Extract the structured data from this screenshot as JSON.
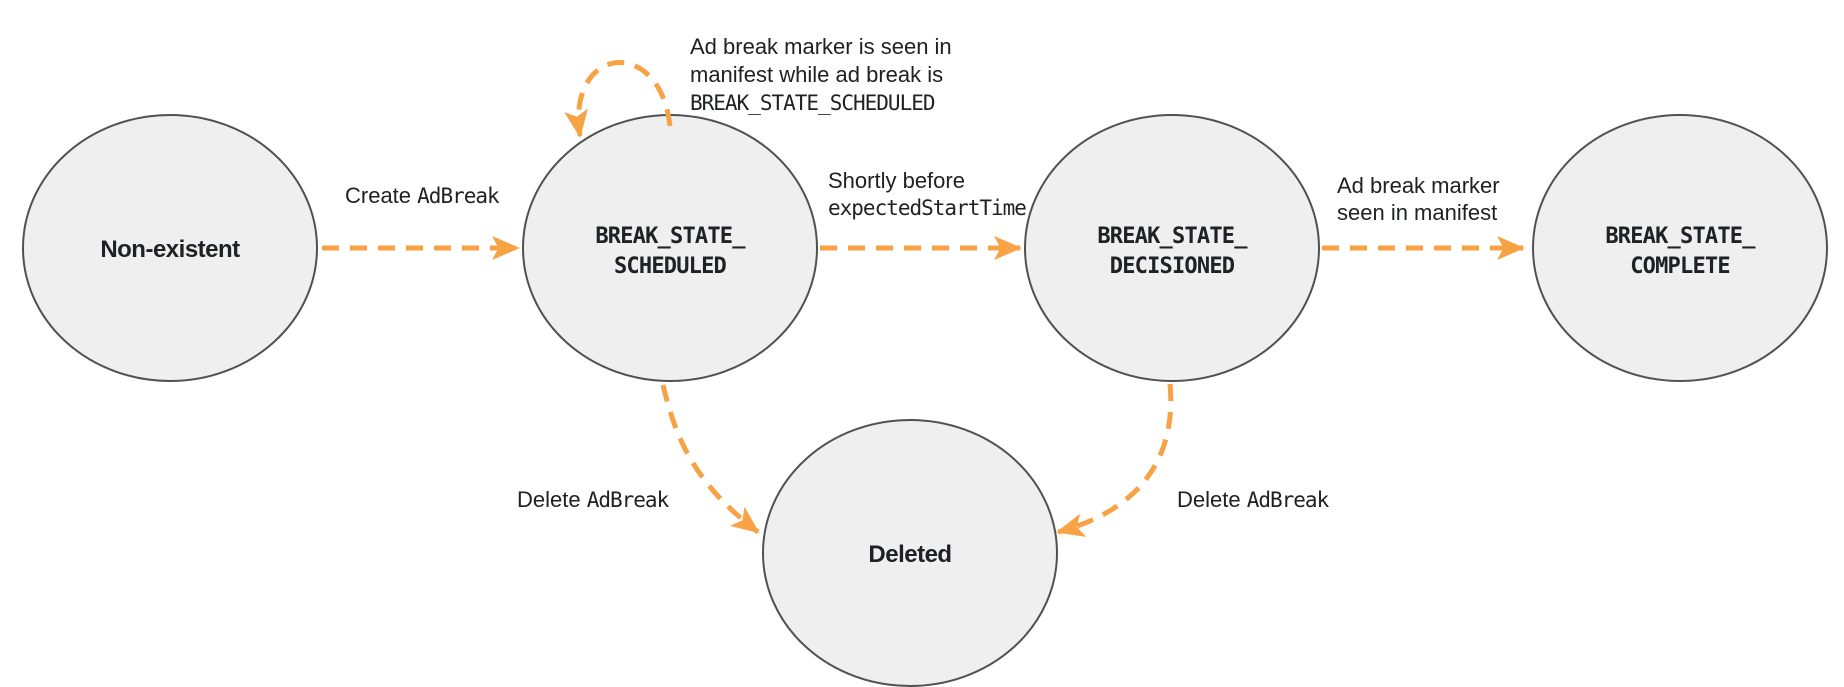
{
  "diagram": {
    "kind": "state-diagram",
    "colors": {
      "arrow": "#F8A246",
      "node_fill": "#EFEFEF",
      "node_border": "#515151",
      "text": "#202124",
      "background": "#FFFFFF"
    },
    "states": {
      "non_existent": {
        "label": "Non-existent"
      },
      "scheduled": {
        "line1": "BREAK_STATE_",
        "line2": "SCHEDULED"
      },
      "decisioned": {
        "line1": "BREAK_STATE_",
        "line2": "DECISIONED"
      },
      "complete": {
        "line1": "BREAK_STATE_",
        "line2": "COMPLETE"
      },
      "deleted": {
        "label": "Deleted"
      }
    },
    "transitions": {
      "create": {
        "prefix": "Create ",
        "code": "AdBreak"
      },
      "self_loop": {
        "line1": "Ad break marker is seen in",
        "line2": "manifest while ad break is",
        "line3_code": "BREAK_STATE_SCHEDULED"
      },
      "shortly": {
        "line1": "Shortly before",
        "line2_code": "expectedStartTime"
      },
      "marker_seen": {
        "line1": "Ad break marker",
        "line2": "seen in manifest"
      },
      "delete_left": {
        "prefix": "Delete ",
        "code": "AdBreak"
      },
      "delete_right": {
        "prefix": "Delete ",
        "code": "AdBreak"
      }
    }
  }
}
